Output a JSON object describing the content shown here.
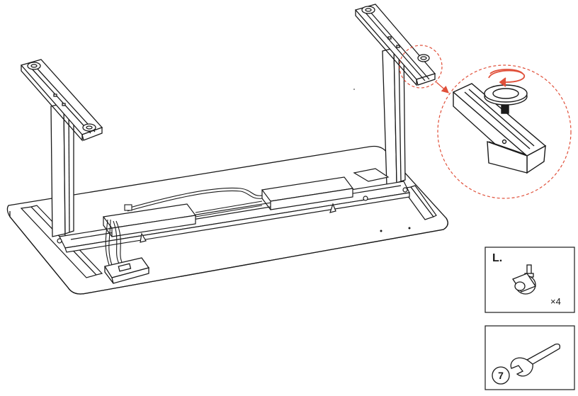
{
  "parts_box_caster": {
    "letter": "L.",
    "quantity": "×4",
    "part_icon": "caster-wheel-icon"
  },
  "parts_box_wrench": {
    "tool_number": "7",
    "tool_icon": "open-end-wrench-icon"
  },
  "detail_callout": {
    "icon": "rotate-arrow-icon",
    "arrow_color": "#e0503a",
    "circle_color": "#e0503a"
  },
  "colors": {
    "line": "#1a1a1a",
    "accent": "#e0503a"
  }
}
